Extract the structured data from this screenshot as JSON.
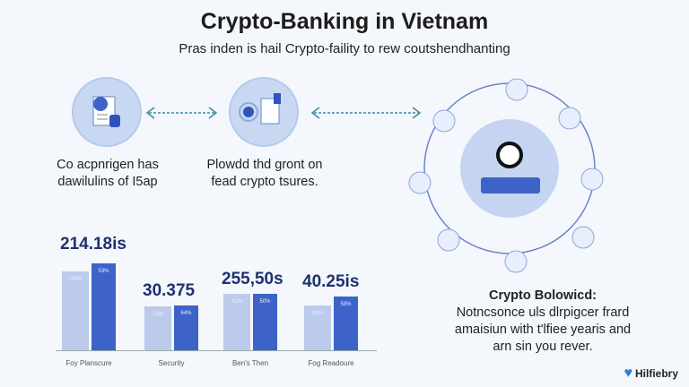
{
  "header": {
    "title": "Crypto-Banking in Vietnam",
    "subtitle": "Pras inden is hail Crypto-faility to rew coutshendhanting"
  },
  "steps": [
    {
      "caption_line1": "Co acpnrigen has",
      "caption_line2": "dawilulins of I5ap",
      "icon": "document-shield-icon"
    },
    {
      "caption_line1": "Plowdd thd gront on",
      "caption_line2": "fead crypto tsures.",
      "icon": "document-coin-icon"
    }
  ],
  "chart_data": {
    "type": "bar",
    "categories": [
      "Foy Planscure",
      "Security",
      "Ben's Then",
      "Fog Readoure"
    ],
    "headline_values": [
      "214.18is",
      "30.375",
      "255,50s",
      "40.25is"
    ],
    "series": [
      {
        "name": "light",
        "color": "#bccbeb",
        "values": [
          88,
          49,
          63,
          50
        ],
        "labels": [
          "100%",
          "13%",
          "42%",
          "18%"
        ]
      },
      {
        "name": "dark",
        "color": "#3d63c9",
        "values": [
          97,
          50,
          63,
          60
        ],
        "labels": [
          "53%",
          "64%",
          "50%",
          "58%"
        ]
      }
    ],
    "ylim": [
      0,
      100
    ]
  },
  "callout": {
    "title": "Crypto Bolowicd:",
    "line1": "Notncsonce uls dlrpigcer frard",
    "line2": "amaisiun with t'lfiee yearis and",
    "line3": "arn sin you rever."
  },
  "brand": {
    "name": "Hilfiebry"
  }
}
